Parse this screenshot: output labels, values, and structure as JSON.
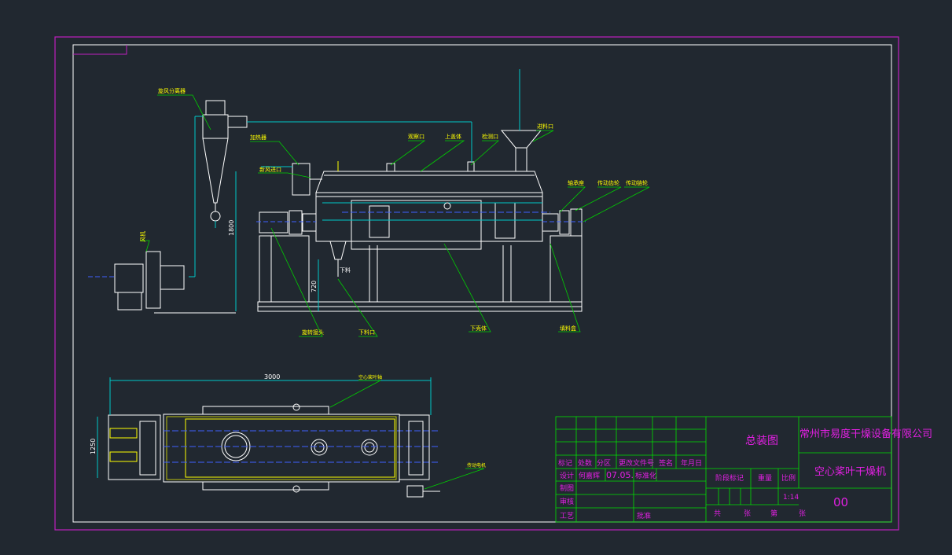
{
  "colors": {
    "background": "#212830",
    "outer_frame": "#c020c0",
    "inner_frame": "#ffffff",
    "machine_lines": "#ffffff",
    "dimension_lines": "#00c8c8",
    "leader_lines": "#00d000",
    "callout_text": "#ffff00",
    "title_block_lines": "#00e000",
    "title_block_text": "#e020e0",
    "highlight": "#ffff00",
    "centerline": "#4060ff"
  },
  "front_view": {
    "callouts": {
      "cyclone": "旋风分离器",
      "heater": "加热器",
      "fresh_air_inlet": "新风进口",
      "vent": "观察口",
      "upper_shell": "上盖体",
      "sensor": "检测口",
      "feed_inlet": "进料口",
      "bearing_seat": "轴承座",
      "drive_gear": "传动齿轮",
      "reducer": "传动链轮",
      "fan": "风机",
      "rotary_joint": "旋转接头",
      "discharge_port": "下料口",
      "lower_shell": "下壳体",
      "feed_seal": "填料盒"
    },
    "dimensions": {
      "height_total": "1800",
      "height_base": "720"
    },
    "label_discharge": "下料"
  },
  "plan_view": {
    "dimensions": {
      "length": "3000",
      "width": "1250"
    },
    "callouts": {
      "top_label": "空心桨叶轴",
      "drive_label": "传动电机"
    }
  },
  "title_block": {
    "drawing_name": "总装图",
    "company": "常州市易度干燥设备有限公司",
    "product": "空心桨叶干燥机",
    "drawing_number": "00",
    "scale_label": "比例",
    "weight_label": "重量",
    "stage_label": "阶段标记",
    "scale_value": "1:14",
    "header_row": [
      "标记",
      "处数",
      "分区",
      "更改文件号",
      "签名",
      "年月日"
    ],
    "design_row": [
      "设计",
      "何嘉辉",
      "07.05.",
      "标准化"
    ],
    "rows": [
      "制图",
      "审核",
      "工艺"
    ],
    "approve": "批准",
    "sheet": [
      "共",
      "张",
      "第",
      "张"
    ]
  }
}
